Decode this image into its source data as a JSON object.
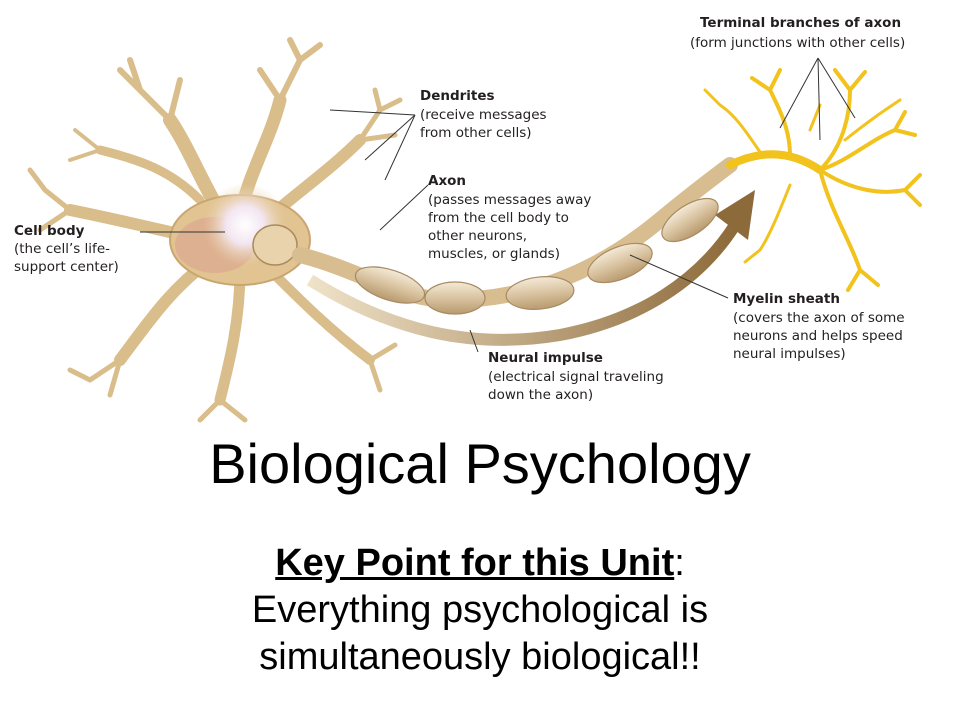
{
  "diagram": {
    "labels": {
      "terminal": {
        "title": "Terminal branches of axon",
        "desc": [
          "(form junctions with other cells)"
        ]
      },
      "dendrites": {
        "title": "Dendrites",
        "desc": [
          "(receive messages",
          "from other cells)"
        ]
      },
      "axon": {
        "title": "Axon",
        "desc": [
          "(passes messages away",
          "from the cell body to",
          "other neurons,",
          "muscles, or glands)"
        ]
      },
      "cell_body": {
        "title": "Cell body",
        "desc": [
          "(the cell’s life-",
          "support center)"
        ]
      },
      "myelin": {
        "title": "Myelin sheath",
        "desc": [
          "(covers the axon of some",
          "neurons and helps speed",
          "neural impulses)"
        ]
      },
      "impulse": {
        "title": "Neural impulse",
        "desc": [
          "(electrical signal traveling",
          "down the axon)"
        ]
      }
    },
    "colors": {
      "neuron": "#e8cfa0",
      "neuron_edge": "#b08850",
      "nucleus_glow": "#f6e9f6",
      "terminal": "#f5c518",
      "myelin": "#e9d9bf",
      "arrow": "#a88450"
    }
  },
  "slide": {
    "title": "Biological Psychology",
    "key_point_label": "Key Point for this Unit",
    "key_point_colon": ":",
    "key_point_line1": "Everything psychological is",
    "key_point_line2": "simultaneously biological!!"
  }
}
